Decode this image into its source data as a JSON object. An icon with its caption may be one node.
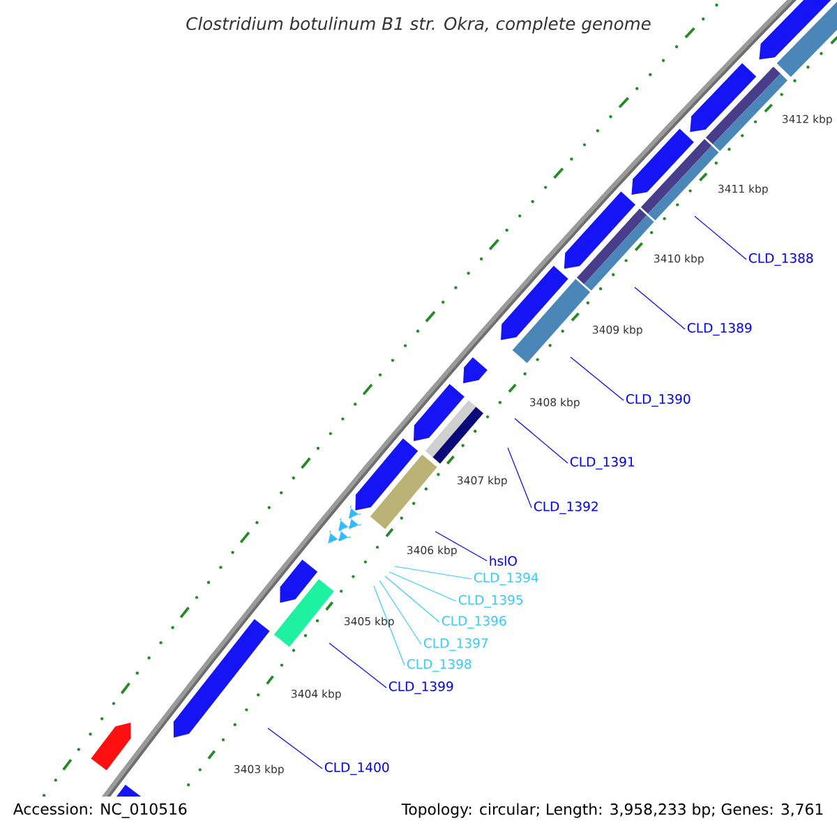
{
  "diagram": {
    "title": "Clostridium botulinum B1 str. Okra, complete genome",
    "nodes": [
      {
        "text": [
          "CLD_1388"
        ]
      },
      {
        "text": [
          "CLD_1389"
        ]
      },
      {
        "text": [
          "CLD_1390"
        ]
      },
      {
        "text": [
          "CLD_1391"
        ]
      },
      {
        "text": [
          "CLD_1392"
        ]
      },
      {
        "text": [
          "hslO"
        ]
      },
      {
        "text": [
          "CLD_1394"
        ]
      },
      {
        "text": [
          "CLD_1395"
        ]
      },
      {
        "text": [
          "CLD_1396"
        ]
      },
      {
        "text": [
          "CLD_1397"
        ]
      },
      {
        "text": [
          "CLD_1398"
        ]
      },
      {
        "text": [
          "CLD_1399"
        ]
      },
      {
        "text": [
          "CLD_1400"
        ]
      }
    ],
    "edges": [
      {
        "from": 0,
        "to": null,
        "arrow": "none"
      },
      {
        "from": 1,
        "to": null,
        "arrow": "none"
      },
      {
        "from": 2,
        "to": null,
        "arrow": "none"
      },
      {
        "from": 3,
        "to": null,
        "arrow": "none"
      },
      {
        "from": 4,
        "to": null,
        "arrow": "none"
      },
      {
        "from": 5,
        "to": null,
        "arrow": "none"
      },
      {
        "from": 6,
        "to": null,
        "arrow": "none",
        "color": "#33ccff"
      },
      {
        "from": 7,
        "to": null,
        "arrow": "none",
        "color": "#33ccff"
      },
      {
        "from": 8,
        "to": null,
        "arrow": "none",
        "color": "#33ccff"
      },
      {
        "from": 9,
        "to": null,
        "arrow": "none",
        "color": "#33ccff"
      },
      {
        "from": 10,
        "to": null,
        "arrow": "none",
        "color": "#33ccff"
      },
      {
        "from": 11,
        "to": null,
        "arrow": "none"
      },
      {
        "from": 12,
        "to": null,
        "arrow": "none"
      }
    ],
    "labels": [
      "3412 kbp",
      "3411 kbp",
      "3410 kbp",
      "3409 kbp",
      "3408 kbp",
      "3407 kbp",
      "3406 kbp",
      "3405 kbp",
      "3404 kbp",
      "3403 kbp",
      "Accession: NC_010516",
      "Topology: circular; Length: 3,958,233 bp; Genes: 3,761"
    ]
  }
}
